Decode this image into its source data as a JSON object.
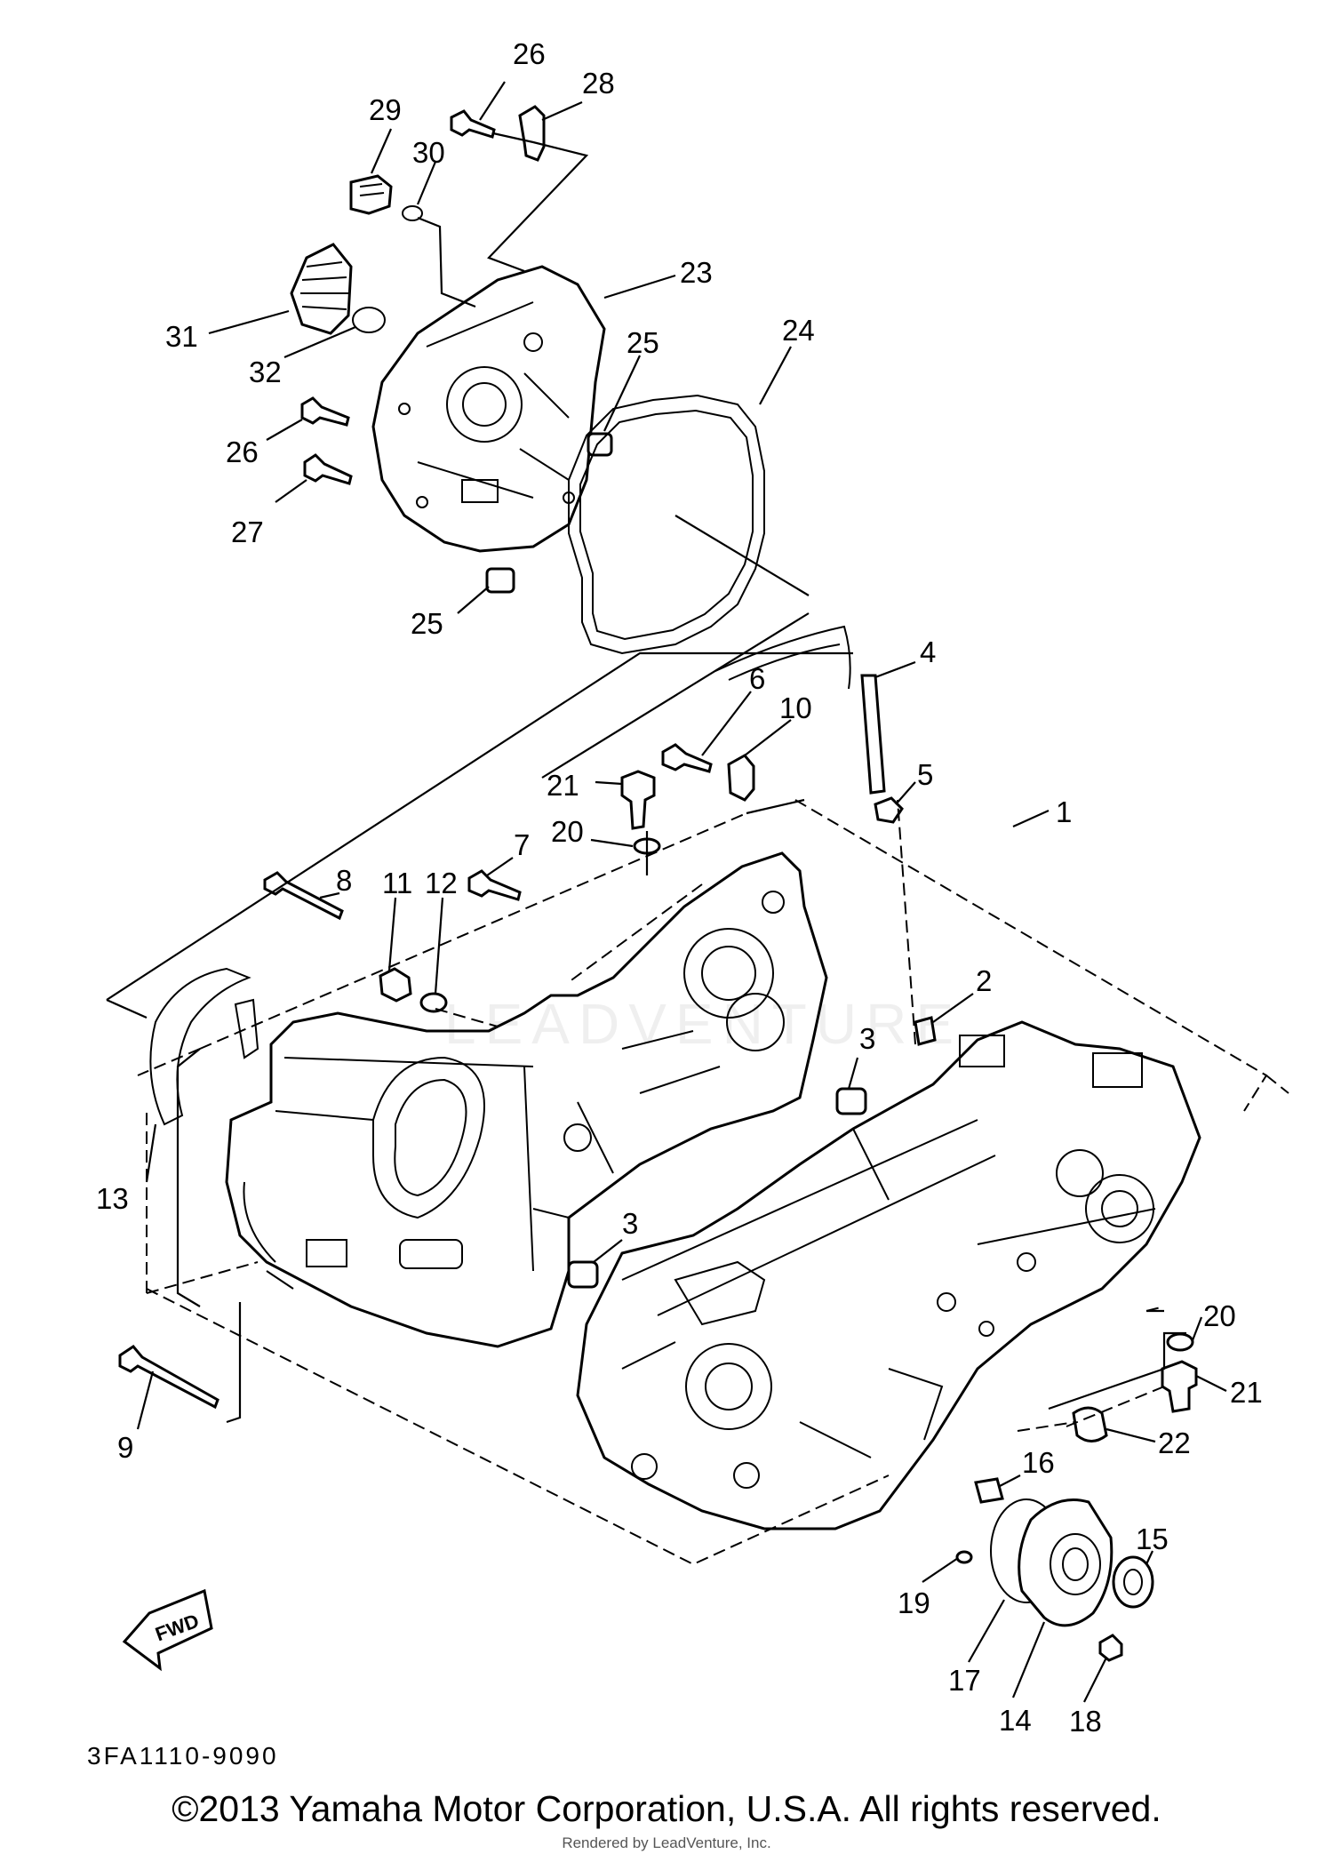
{
  "diagram": {
    "callouts": {
      "c1": "1",
      "c2": "2",
      "c3a": "3",
      "c3b": "3",
      "c4": "4",
      "c5": "5",
      "c6": "6",
      "c7": "7",
      "c8": "8",
      "c9": "9",
      "c10": "10",
      "c11": "11",
      "c12": "12",
      "c13": "13",
      "c14": "14",
      "c15": "15",
      "c16": "16",
      "c17": "17",
      "c18": "18",
      "c19": "19",
      "c20a": "20",
      "c20b": "20",
      "c21a": "21",
      "c21b": "21",
      "c22": "22",
      "c23": "23",
      "c24": "24",
      "c25a": "25",
      "c25b": "25",
      "c26a": "26",
      "c26b": "26",
      "c27": "27",
      "c28": "28",
      "c29": "29",
      "c30": "30",
      "c31": "31",
      "c32": "32"
    },
    "fwd_label": "FWD",
    "part_code": "3FA1110-9090"
  },
  "footer": {
    "copyright": "©2013 Yamaha Motor Corporation, U.S.A. All rights reserved.",
    "rendered_by": "Rendered by LeadVenture, Inc."
  },
  "watermark": "LEADVENTURE"
}
